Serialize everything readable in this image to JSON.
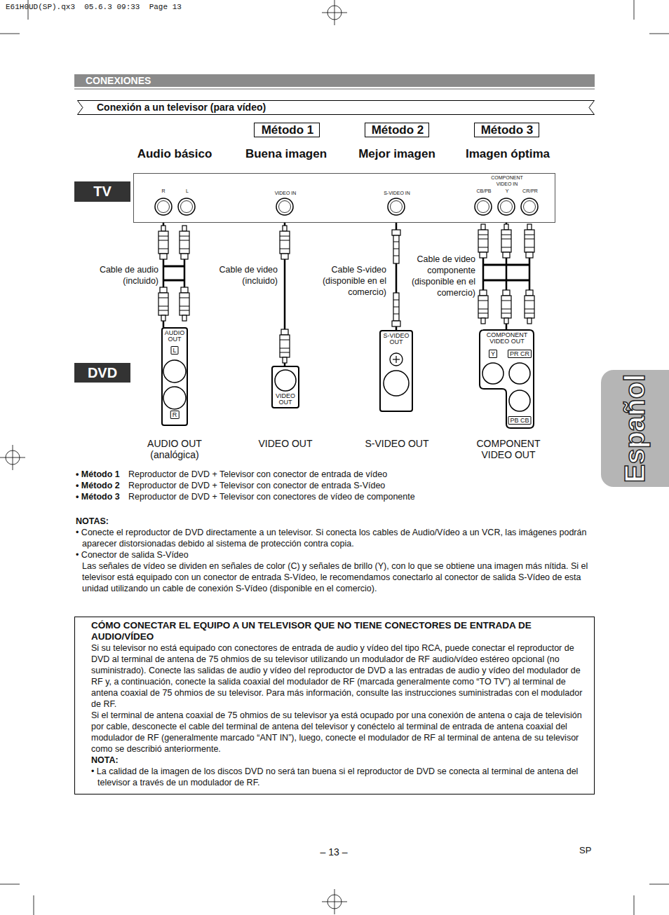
{
  "diagram": {
    "nodes": [
      {
        "text": [
          "CONEXIONES"
        ]
      },
      {
        "text": [
          "Conexión a un televisor (para vídeo)"
        ]
      },
      {
        "text": [
          "Método 1"
        ]
      },
      {
        "text": [
          "Método 2"
        ]
      },
      {
        "text": [
          "Método 3"
        ]
      },
      {
        "text": [
          "TV"
        ]
      },
      {
        "text": [
          "R",
          "L",
          "VIDEO IN",
          "S-VIDEO IN",
          "COMPONENT VIDEO IN",
          "CB/PB",
          "Y",
          "CR/PR"
        ]
      },
      {
        "text": [
          "DVD"
        ]
      },
      {
        "text": [
          "AUDIO OUT",
          "L",
          "R"
        ]
      },
      {
        "text": [
          "VIDEO OUT"
        ]
      },
      {
        "text": [
          "S-VIDEO OUT"
        ]
      },
      {
        "text": [
          "COMPONENT VIDEO OUT",
          "Y",
          "PR CR",
          "PB CB"
        ]
      },
      {
        "text": [
          "CÓMO CONECTAR EL EQUIPO A UN TELEVISOR QUE NO TIENE CONECTORES DE ENTRADA DE AUDIO/VÍDEO",
          "Si su televisor no está equipado con conectores de entrada de audio y vídeo del tipo RCA, puede conectar el reproductor de DVD al terminal de antena de 75 ohmios de su televisor utilizando un modulador de RF audio/vídeo estéreo opcional (no suministrado). Conecte las salidas de audio y vídeo del reproductor de DVD a las entradas de audio y vídeo del modulador de RF y, a continuación, conecte la salida coaxial del modulador de RF (marcada generalmente como “TO TV”) al terminal de antena coaxial de 75 ohmios de su televisor. Para más información, consulte las instrucciones suministradas con el modulador de RF.",
          "Si el terminal de antena coaxial de 75 ohmios de su televisor ya está ocupado por una conexión de antena o caja de televisión por cable, desconecte el cable del terminal de antena del televisor y conéctelo al terminal de entrada de antena coaxial del modulador de RF (generalmente marcado “ANT IN”), luego, conecte el modulador de RF al terminal de antena de su televisor como se describió anteriormente.",
          "NOTA:",
          "• La calidad de la imagen de los discos DVD no será tan buena si el reproductor de DVD se conecta al terminal de antena del televisor a través de un modulador de RF."
        ]
      },
      {
        "text": [
          "Español"
        ]
      }
    ],
    "edges": [
      {
        "from": 6,
        "to": 8,
        "arrow": "none"
      },
      {
        "from": 6,
        "to": 9,
        "arrow": "none"
      },
      {
        "from": 6,
        "to": 10,
        "arrow": "none"
      },
      {
        "from": 6,
        "to": 11,
        "arrow": "none"
      }
    ],
    "labels": [
      "E61H0UD(SP).qx3  05.6.3 09:33  Page 13",
      "Audio básico",
      "Buena imagen",
      "Mejor imagen",
      "Imagen óptima",
      "Cable de audio (incluido)",
      "Cable de video (incluido)",
      "Cable S-video (disponible en el comercio)",
      "Cable de video componente (disponible en el comercio)",
      "AUDIO OUT (analógica)",
      "VIDEO OUT",
      "S-VIDEO OUT",
      "COMPONENT VIDEO OUT",
      "• Método 1",
      "Reproductor de DVD + Televisor con conector de entrada de vídeo",
      "• Método 2",
      "Reproductor de DVD + Televisor con conector de entrada S-Vídeo",
      "• Método 3",
      "Reproductor de DVD + Televisor con conectores de vídeo de componente",
      "NOTAS:",
      "• Conecte el reproductor de DVD directamente a un televisor. Si conecta los cables de Audio/Vídeo a un VCR, las imágenes podrán aparecer distorsionadas debido al sistema de protección contra copia.",
      "• Conector de salida S-Vídeo",
      "Las señales de vídeo se dividen en señales de color (C) y señales de brillo (Y), con lo que se obtiene una imagen más nítida. Si el televisor está equipado con un conector de entrada S-Vídeo, le recomendamos conectarlo al conector de salida S-Vídeo de esta unidad utilizando un cable de conexión S-Vídeo (disponible en el comercio).",
      "– 13 –",
      "SP"
    ]
  }
}
